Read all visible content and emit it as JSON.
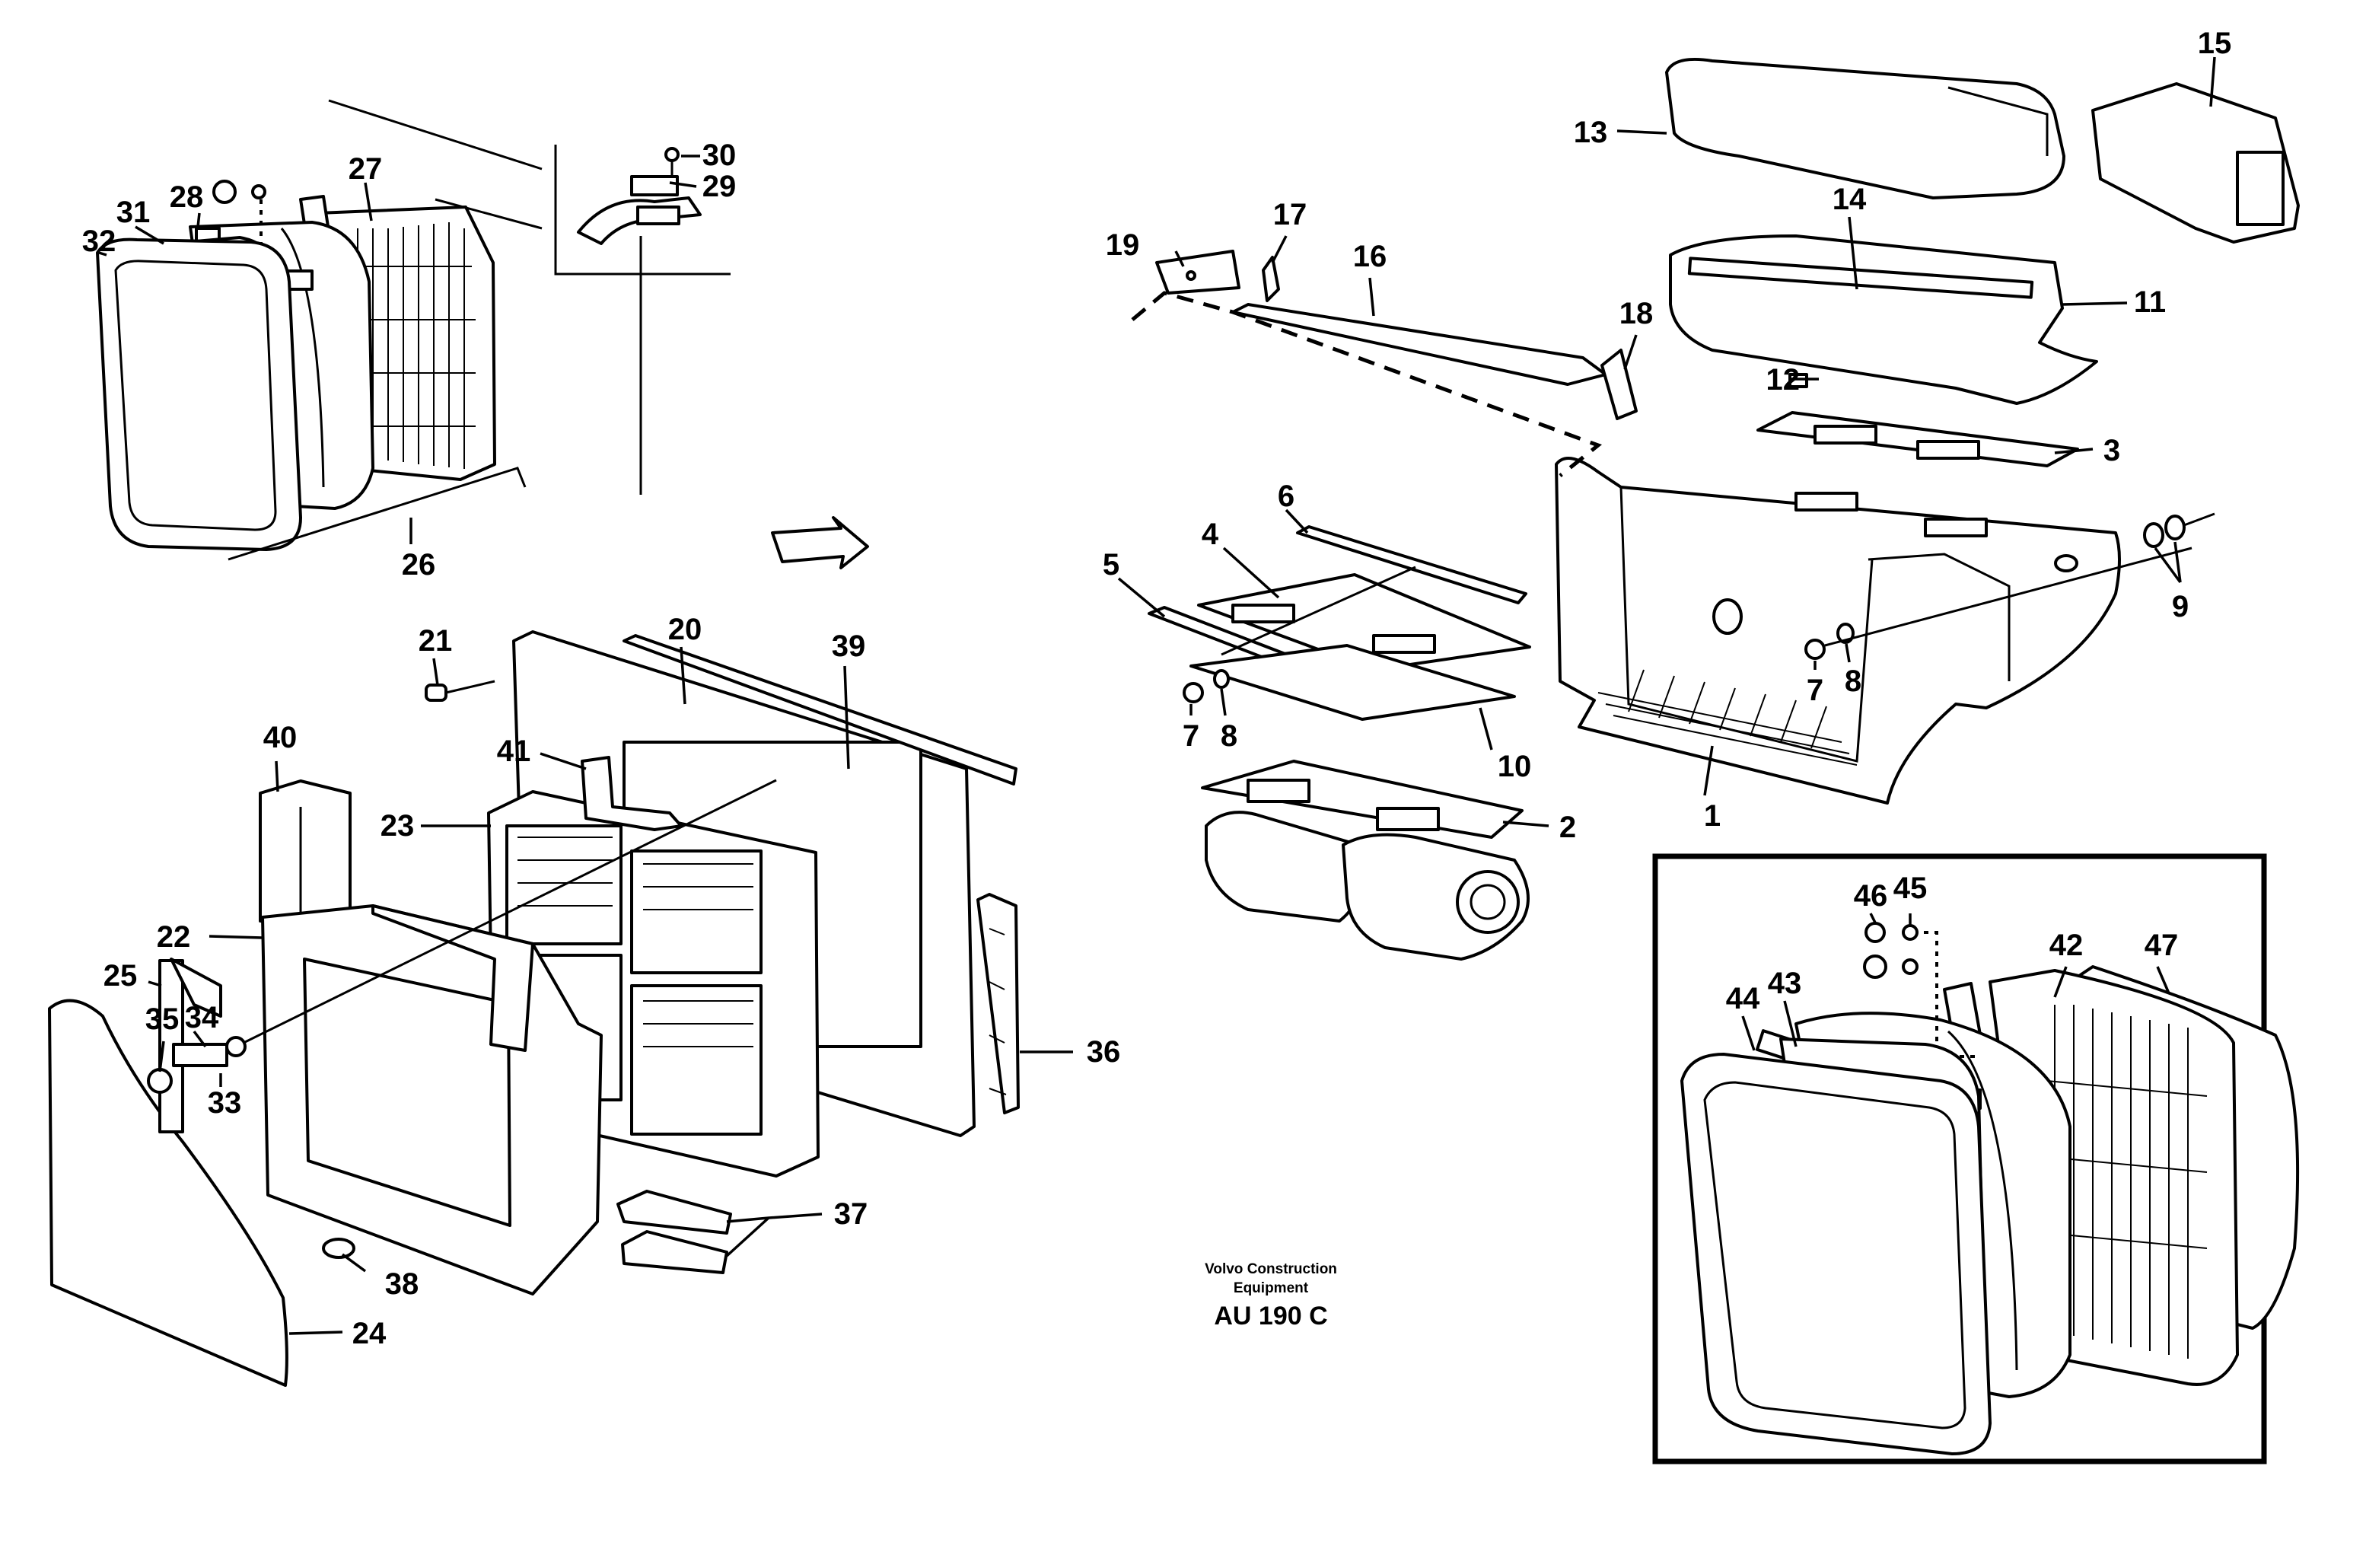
{
  "caption": {
    "line1": "Volvo Construction",
    "line2": "Equipment",
    "code": "AU 190 C"
  },
  "callouts": [
    "1",
    "2",
    "3",
    "4",
    "5",
    "6",
    "7",
    "7",
    "8",
    "8",
    "9",
    "10",
    "11",
    "12",
    "13",
    "14",
    "15",
    "16",
    "17",
    "18",
    "19",
    "20",
    "21",
    "22",
    "23",
    "24",
    "25",
    "26",
    "27",
    "28",
    "29",
    "30",
    "31",
    "32",
    "33",
    "34",
    "35",
    "36",
    "37",
    "38",
    "39",
    "40",
    "41",
    "42",
    "43",
    "44",
    "45",
    "46",
    "47"
  ]
}
